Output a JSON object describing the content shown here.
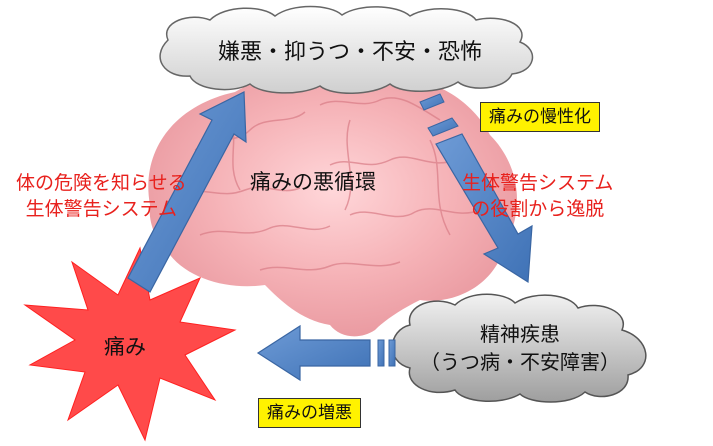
{
  "top_cloud": {
    "text": "嫌悪・抑うつ・不安・恐怖"
  },
  "center_label": "痛みの悪循環",
  "left_annotation": {
    "line1": "体の危険を知らせる",
    "line2": "生体警告システム"
  },
  "right_annotation": {
    "line1": "生体警告システム",
    "line2": "の役割から逸脱"
  },
  "badge_chronic": "痛みの慢性化",
  "badge_worsening": "痛みの増悪",
  "bottom_cloud": {
    "line1": "精神疾患",
    "line2": "（うつ病・不安障害）"
  },
  "pain_burst": "痛み",
  "colors": {
    "arrow": "#4f83c6",
    "arrow_edge": "#3a66a3",
    "burst": "#ff3b3b",
    "badge": "#fff200",
    "red_text": "#e8211d",
    "brain": "#f3a3a8"
  }
}
